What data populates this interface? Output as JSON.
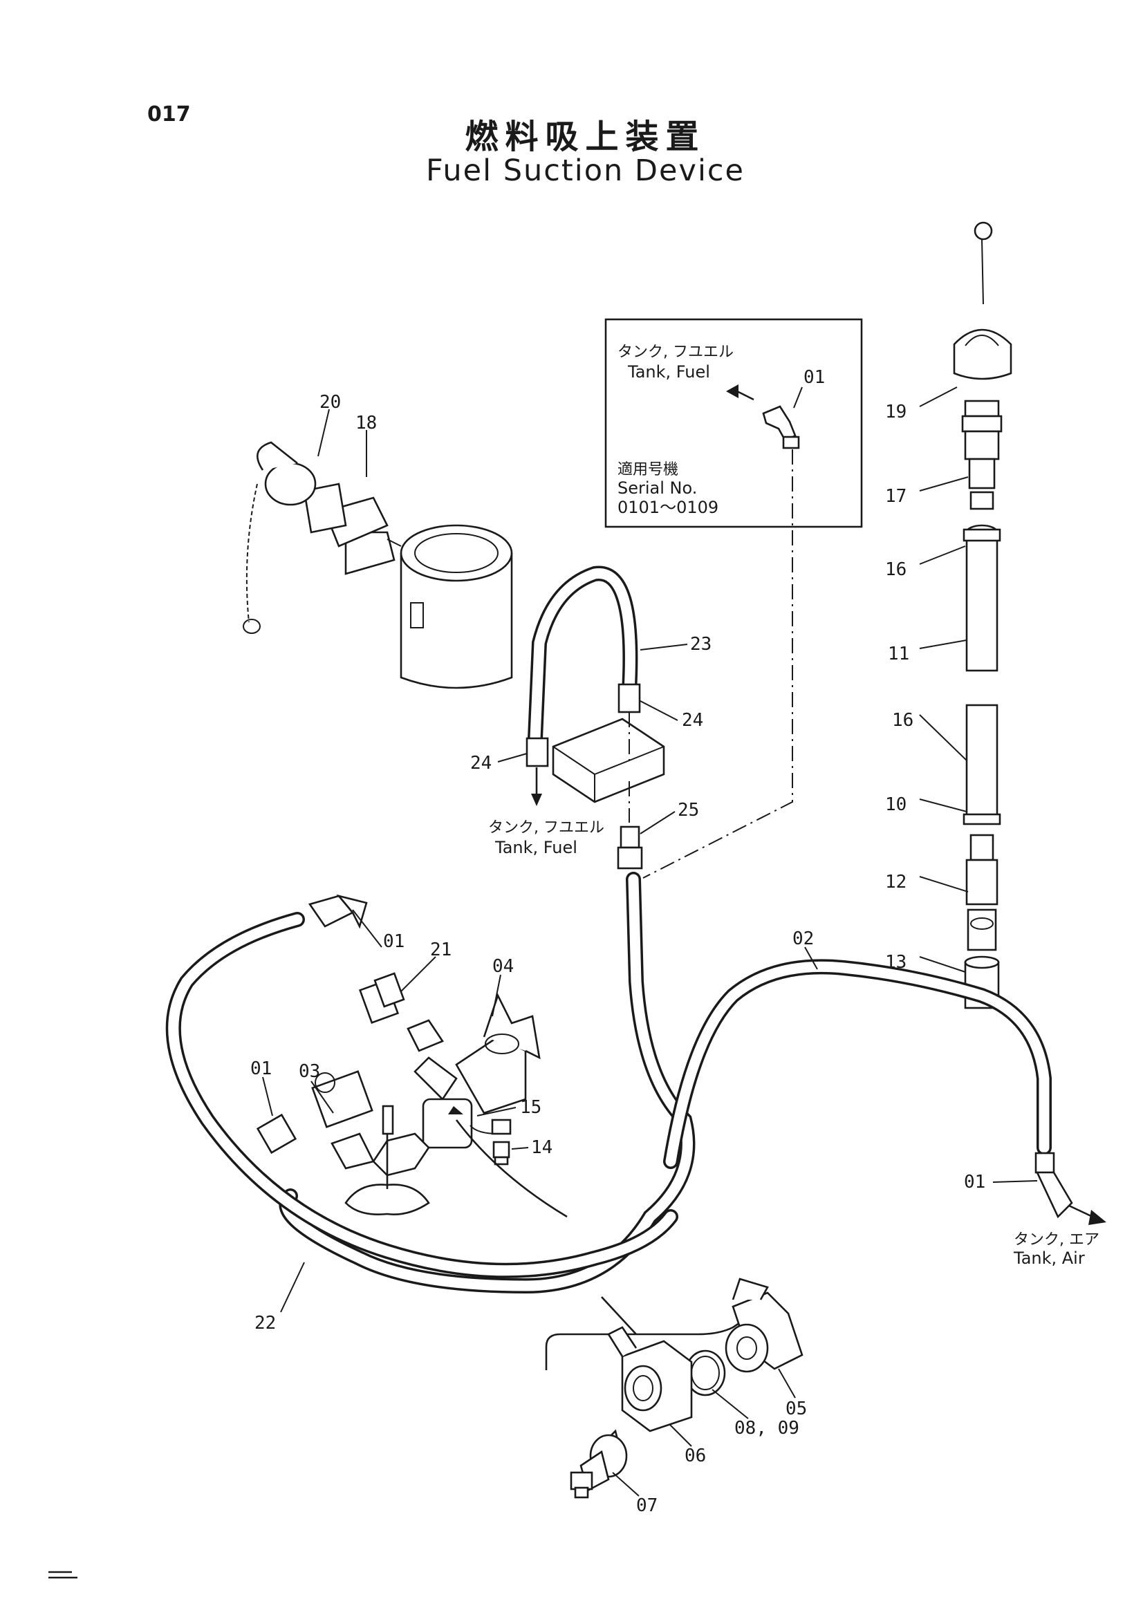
{
  "page": {
    "number": "017"
  },
  "title": {
    "japanese": "燃料吸上装置",
    "english": "Fuel Suction Device"
  },
  "inset": {
    "tank_label_ja": "タンク, フユエル",
    "tank_label_en": "Tank, Fuel",
    "serial_label_ja": "適用号機",
    "serial_label_en": "Serial No.",
    "serial_range": "0101～0109",
    "part": "01"
  },
  "notes": {
    "tank_fuel_ja": "タンク, フユエル",
    "tank_fuel_en": "Tank, Fuel",
    "tank_air_ja": "タンク, エア",
    "tank_air_en": "Tank, Air"
  },
  "part_callouts": [
    "19",
    "17",
    "16",
    "11",
    "16",
    "10",
    "12",
    "13",
    "20",
    "18",
    "23",
    "24",
    "24",
    "25",
    "02",
    "01",
    "21",
    "04",
    "01",
    "03",
    "15",
    "14",
    "01",
    "22",
    "05",
    "08, 09",
    "06",
    "07"
  ],
  "colors": {
    "ink": "#1a1a1a",
    "paper": "#ffffff"
  }
}
